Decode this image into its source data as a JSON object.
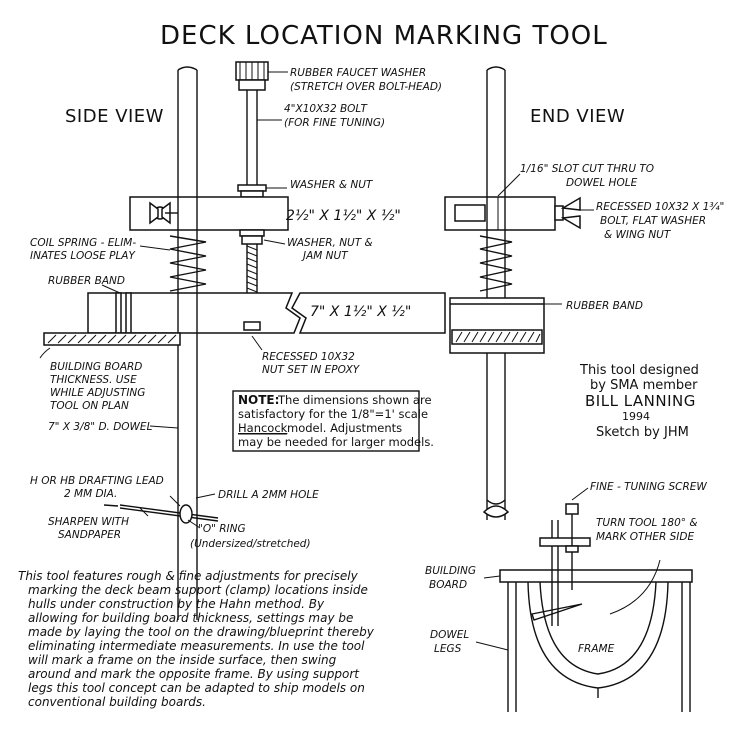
{
  "title": "DECK LOCATION MARKING TOOL",
  "views": {
    "side": "SIDE VIEW",
    "end": "END VIEW"
  },
  "side_labels": {
    "faucet_washer_1": "RUBBER FAUCET WASHER",
    "faucet_washer_2": "(STRETCH OVER BOLT-HEAD)",
    "bolt_1": "4\"X10X32 BOLT",
    "bolt_2": "(FOR FINE TUNING)",
    "washer_nut": "WASHER & NUT",
    "block_dim": "2½\" X 1½\" X ½\"",
    "jam_nut_1": "WASHER, NUT &",
    "jam_nut_2": "JAM NUT",
    "spring_1": "COIL SPRING - ELIM-",
    "spring_2": "INATES LOOSE PLAY",
    "rubber_band": "RUBBER BAND",
    "board_dim": "7\" X 1½\" X ½\"",
    "recessed_1": "RECESSED 10X32",
    "recessed_2": "NUT SET IN EPOXY",
    "building_board_1": "BUILDING BOARD",
    "building_board_2": "THICKNESS. USE",
    "building_board_3": "WHILE ADJUSTING",
    "building_board_4": "TOOL ON PLAN",
    "dowel": "7\" X 3/8\" D. DOWEL",
    "lead_1": "H OR HB DRAFTING LEAD",
    "lead_2": "2 MM DIA.",
    "drill": "DRILL A 2MM HOLE",
    "sharpen_1": "SHARPEN WITH",
    "sharpen_2": "SANDPAPER",
    "oring_1": "\"O\" RING",
    "oring_2": "(Undersized/stretched)"
  },
  "end_labels": {
    "slot_1": "1/16\" SLOT CUT THRU TO",
    "slot_2": "DOWEL HOLE",
    "bolt_1": "RECESSED 10X32 X 1¾\"",
    "bolt_2": "BOLT, FLAT WASHER",
    "bolt_3": "& WING NUT",
    "rubber_band": "RUBBER BAND"
  },
  "note": {
    "label": "NOTE:",
    "line1": "The dimensions shown are",
    "line2": "satisfactory for the 1/8\"=1' scale",
    "line3_u": "Hancock",
    "line3": " model. Adjustments",
    "line4": "may be needed for larger models."
  },
  "credit": {
    "line1": "This tool designed",
    "line2": "by SMA member",
    "line3": "BILL LANNING",
    "line4": "1994",
    "line5": "Sketch by JHM"
  },
  "usage_labels": {
    "fine_tuning": "FINE - TUNING SCREW",
    "turn_1": "TURN TOOL 180° &",
    "turn_2": "MARK OTHER SIDE",
    "building_board_1": "BUILDING",
    "building_board_2": "BOARD",
    "dowel_legs_1": "DOWEL",
    "dowel_legs_2": "LEGS",
    "frame": "FRAME"
  },
  "description": [
    "This tool features rough & fine adjustments for precisely",
    "marking the deck beam support (clamp) locations inside",
    "hulls under construction by the Hahn method. By",
    "allowing for building board thickness, settings may be",
    "made by laying the tool on the drawing/blueprint thereby",
    "eliminating intermediate measurements. In use the tool",
    "will mark a frame on the inside surface, then swing",
    "around and mark the opposite frame. By using support",
    "legs this tool concept can be adapted to ship models on",
    "conventional building boards."
  ]
}
